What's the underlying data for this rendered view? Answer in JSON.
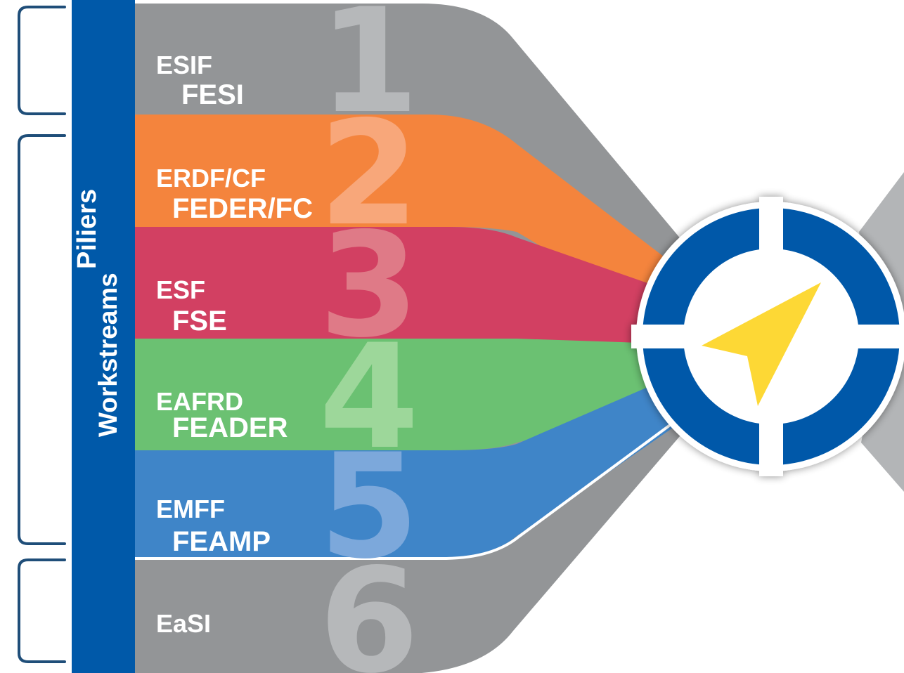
{
  "sidebar": {
    "title_en": "Workstreams",
    "title_fr": "Piliers",
    "color": "#0059a9"
  },
  "streams": [
    {
      "number": "1",
      "label_en": "ESIF",
      "label_fr": "FESI",
      "color": "#939597",
      "number_color": "#b6b8ba"
    },
    {
      "number": "2",
      "label_en": "ERDF/CF",
      "label_fr": "FEDER/FC",
      "color": "#f4843d",
      "number_color": "#f8a77a"
    },
    {
      "number": "3",
      "label_en": "ESF",
      "label_fr": "FSE",
      "color": "#d24062",
      "number_color": "#df7a87"
    },
    {
      "number": "4",
      "label_en": "EAFRD",
      "label_fr": "FEADER",
      "color": "#6bc172",
      "number_color": "#9dd79a"
    },
    {
      "number": "5",
      "label_en": "EMFF",
      "label_fr": "FEAMP",
      "color": "#3f85c8",
      "number_color": "#7ca8db"
    },
    {
      "number": "6",
      "label_en": "EaSI",
      "label_fr": "",
      "color": "#939597",
      "number_color": "#b6b8ba"
    }
  ],
  "compass": {
    "icon": "compass-icon",
    "ring_color": "#0059a9",
    "arrow_color": "#fdd835"
  },
  "bracket_color": "#1f4e79"
}
